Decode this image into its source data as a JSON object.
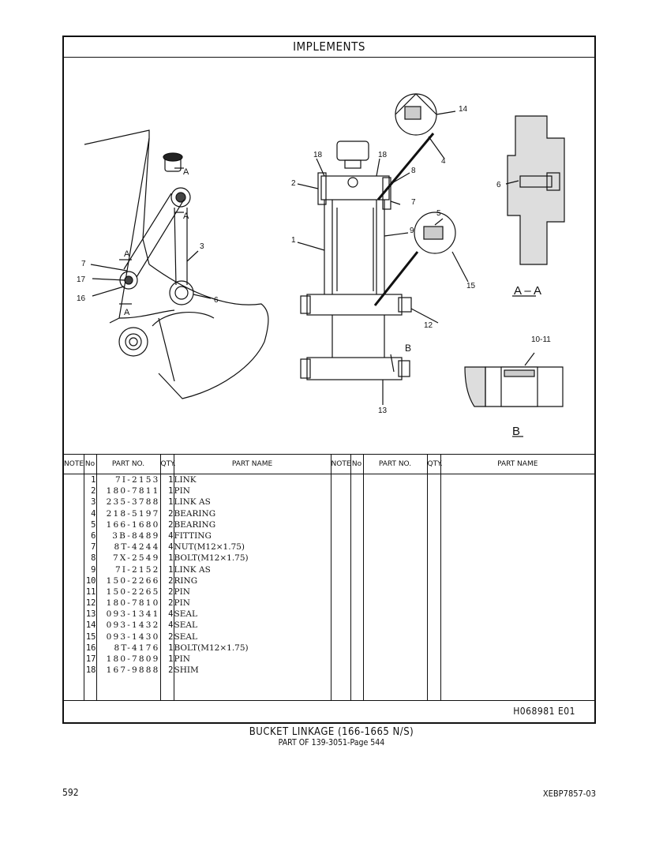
{
  "section_title": "IMPLEMENTS",
  "callouts": {
    "left_view": [
      "A",
      "A",
      "A",
      "A",
      "3",
      "7",
      "17",
      "16",
      "6"
    ],
    "center_view": [
      "18",
      "18",
      "2",
      "8",
      "7",
      "1",
      "9",
      "14",
      "4",
      "5",
      "15",
      "12",
      "B",
      "13"
    ],
    "right_view": [
      "6",
      "A – A",
      "10-11",
      "B"
    ]
  },
  "table": {
    "headers": {
      "note": "NOTE",
      "no": "No",
      "part_no": "PART NO.",
      "qty": "QTY.",
      "part_name": "PART NAME"
    },
    "rows": [
      {
        "no": "1",
        "part_no": "7I-2153",
        "qty": "1",
        "name": "LINK"
      },
      {
        "no": "2",
        "part_no": "180-7811",
        "qty": "1",
        "name": "PIN"
      },
      {
        "no": "3",
        "part_no": "235-3788",
        "qty": "1",
        "name": "LINK AS"
      },
      {
        "no": "4",
        "part_no": "218-5197",
        "qty": "2",
        "name": " BEARING"
      },
      {
        "no": "5",
        "part_no": "166-1680",
        "qty": "2",
        "name": " BEARING"
      },
      {
        "no": "6",
        "part_no": "3B-8489",
        "qty": "4",
        "name": "FITTING"
      },
      {
        "no": "7",
        "part_no": "8T-4244",
        "qty": "4",
        "name": "NUT(M12×1.75)"
      },
      {
        "no": "8",
        "part_no": "7X-2549",
        "qty": "1",
        "name": "BOLT(M12×1.75)"
      },
      {
        "no": "9",
        "part_no": "7I-2152",
        "qty": "1",
        "name": "LINK AS"
      },
      {
        "no": "10",
        "part_no": "150-2266",
        "qty": "2",
        "name": "RING"
      },
      {
        "no": "11",
        "part_no": "150-2265",
        "qty": "2",
        "name": "PIN"
      },
      {
        "no": "12",
        "part_no": "180-7810",
        "qty": "2",
        "name": "PIN"
      },
      {
        "no": "13",
        "part_no": "093-1341",
        "qty": "4",
        "name": "SEAL"
      },
      {
        "no": "14",
        "part_no": "093-1432",
        "qty": "4",
        "name": "SEAL"
      },
      {
        "no": "15",
        "part_no": "093-1430",
        "qty": "2",
        "name": "SEAL"
      },
      {
        "no": "16",
        "part_no": "8T-4176",
        "qty": "1",
        "name": "BOLT(M12×1.75)"
      },
      {
        "no": "17",
        "part_no": "180-7809",
        "qty": "1",
        "name": "PIN"
      },
      {
        "no": "18",
        "part_no": "167-9888",
        "qty": "2",
        "name": "SHIM"
      }
    ]
  },
  "illustration_ref": "H068981 E01",
  "caption": {
    "title": "BUCKET LINKAGE (166-1665 N/S)",
    "subtitle": "PART OF 139-3051-Page 544"
  },
  "page_number": "592",
  "document_number": "XEBP7857-03"
}
